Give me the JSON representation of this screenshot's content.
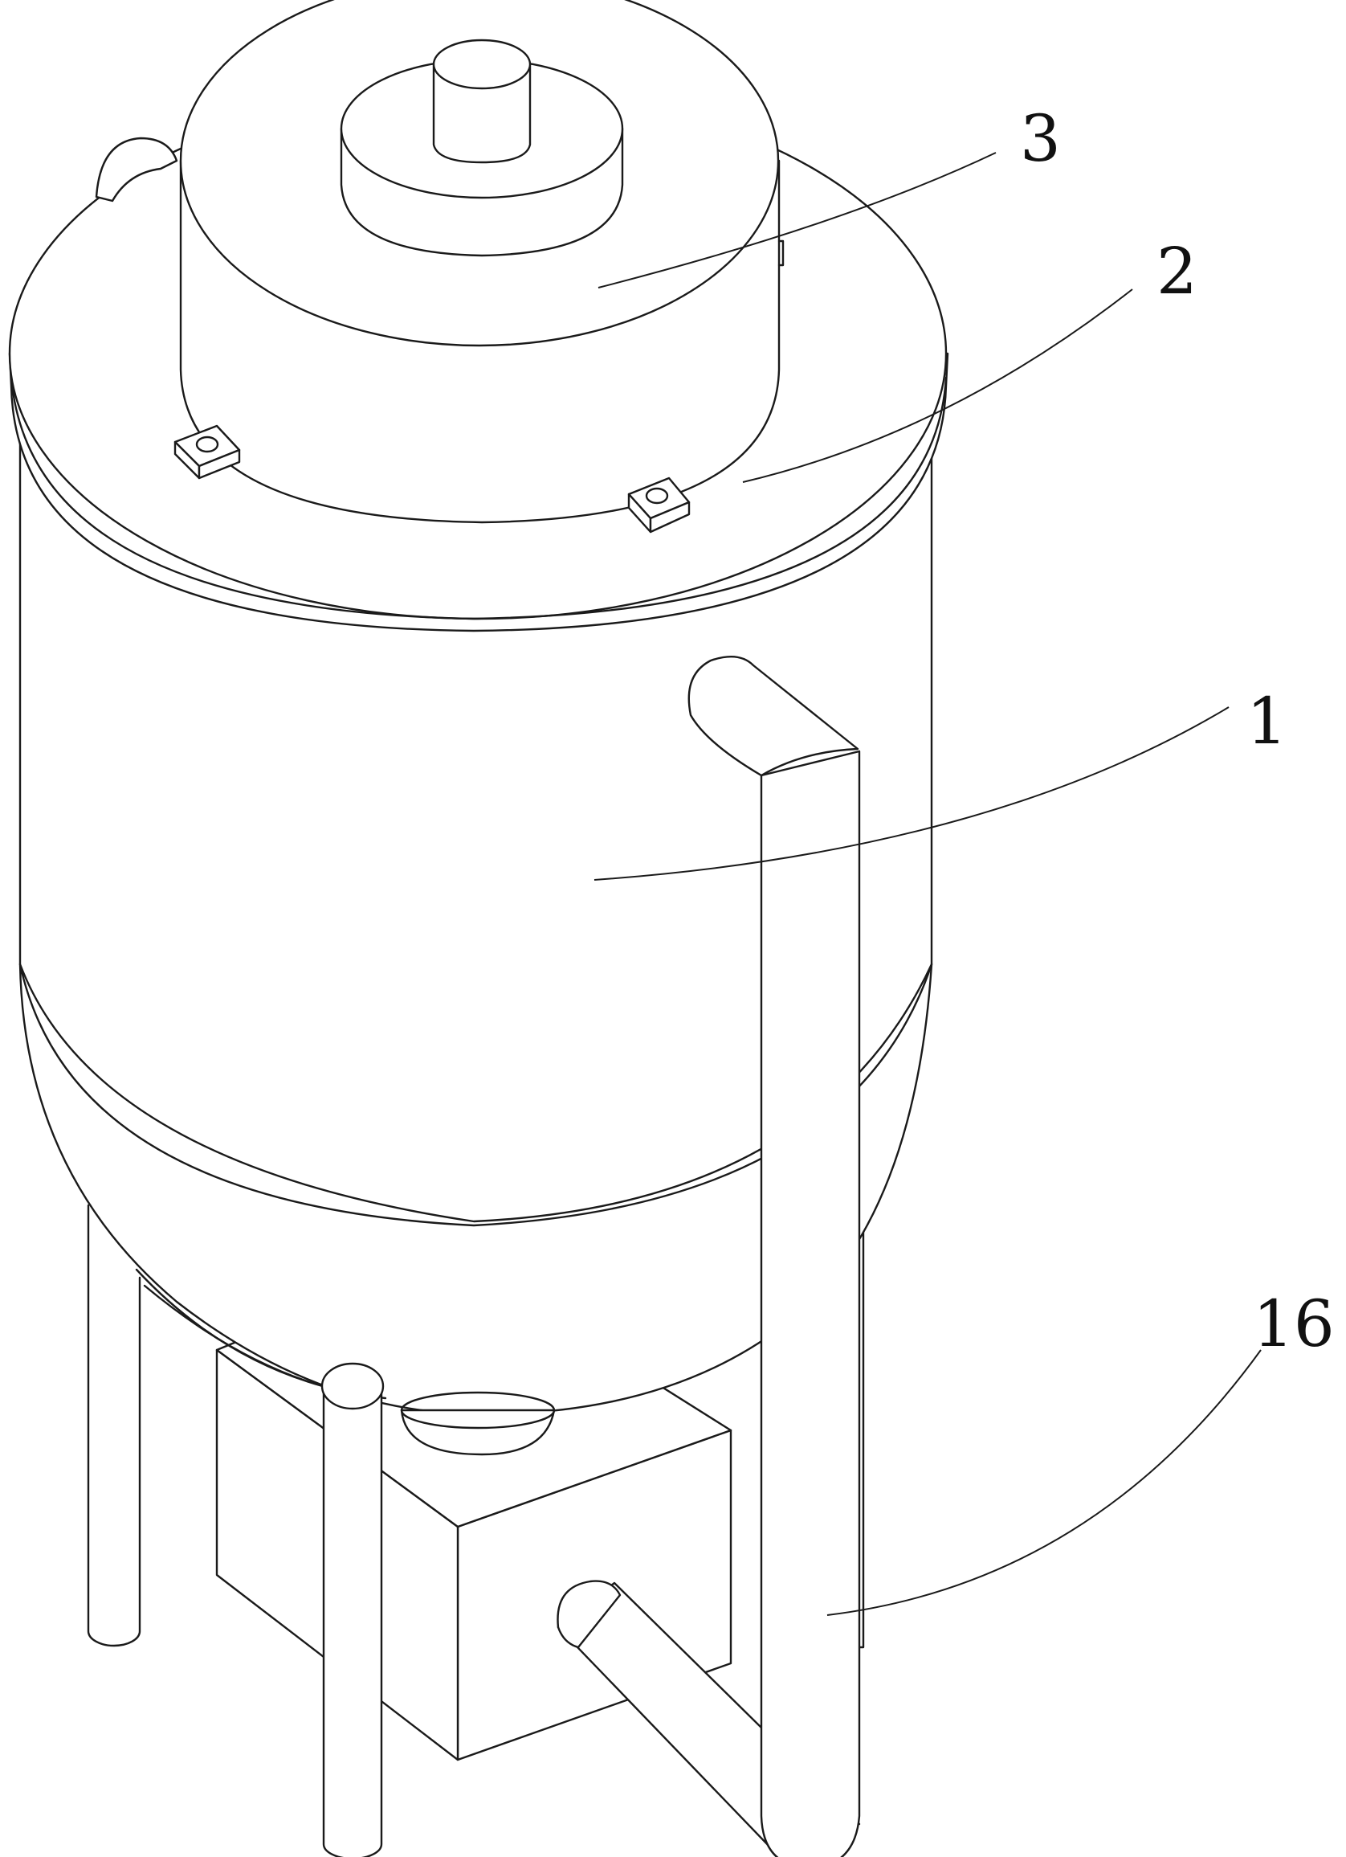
{
  "callouts": [
    {
      "id": "callout-3",
      "label": "3"
    },
    {
      "id": "callout-2",
      "label": "2"
    },
    {
      "id": "callout-1",
      "label": "1"
    },
    {
      "id": "callout-16",
      "label": "16"
    }
  ],
  "colors": {
    "line": "#1a1a1a",
    "background": "#ffffff"
  }
}
